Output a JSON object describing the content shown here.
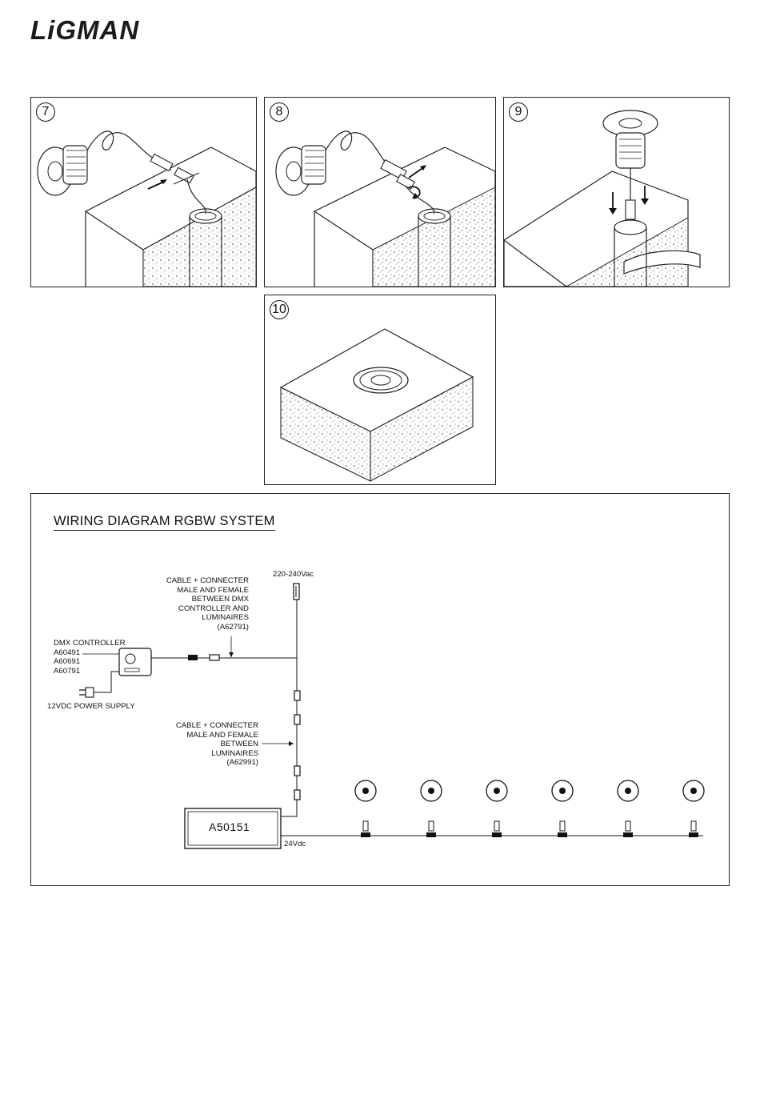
{
  "brand": {
    "logo_text": "LiGMAN"
  },
  "steps": [
    {
      "number": "7"
    },
    {
      "number": "8"
    },
    {
      "number": "9"
    },
    {
      "number": "10"
    }
  ],
  "wiring": {
    "title": "WIRING DIAGRAM RGBW SYSTEM",
    "mains_label": "220-240Vac",
    "cable1_lines": [
      "CABLE + CONNECTER",
      "MALE AND FEMALE",
      "BETWEEN DMX",
      "CONTROLLER AND",
      "LUMINAIRES",
      "(A62791)"
    ],
    "dmx_lines": [
      "DMX CONTROLLER",
      "A60491",
      "A60691",
      "A60791"
    ],
    "power_supply_label": "12VDC POWER SUPPLY",
    "cable2_lines": [
      "CABLE + CONNECTER",
      "MALE AND FEMALE",
      "BETWEEN",
      "LUMINAIRES",
      "(A62991)"
    ],
    "driver_label": "A50151",
    "voltage_label": "24Vdc"
  }
}
